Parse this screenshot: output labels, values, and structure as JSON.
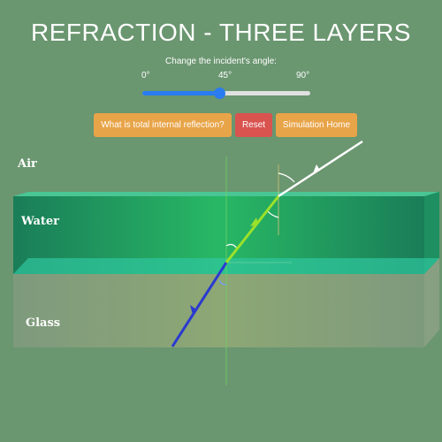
{
  "title": "REFRACTION - THREE LAYERS",
  "slider": {
    "label": "Change the incident's angle:",
    "ticks": [
      "0°",
      "45°",
      "90°"
    ],
    "min": 0,
    "max": 90,
    "value": 41
  },
  "buttons": {
    "tir": "What is total internal reflection?",
    "reset": "Reset",
    "home": "Simulation Home"
  },
  "media": {
    "air": "Air",
    "water": "Water",
    "glass": "Glass"
  },
  "colors": {
    "background": "#6a9670",
    "water": "#1fa86a",
    "glass": "#8fa58a",
    "ray_air": "#ffffff",
    "ray_water": "#9be22a",
    "ray_glass": "#2a3ad0",
    "button": "#e8a448",
    "reset_button": "#d9534f",
    "slider": "#2a7cf0"
  }
}
